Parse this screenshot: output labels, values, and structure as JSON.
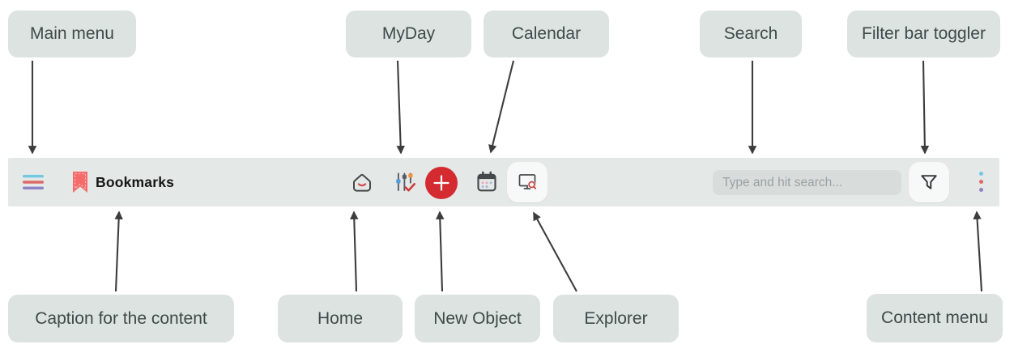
{
  "callouts": {
    "main_menu": "Main menu",
    "myday": "MyDay",
    "calendar": "Calendar",
    "search": "Search",
    "filter_bar_toggler": "Filter bar toggler",
    "caption_for_content": "Caption for the content",
    "home": "Home",
    "new_object": "New Object",
    "explorer": "Explorer",
    "content_menu": "Content menu"
  },
  "toolbar": {
    "caption": "Bookmarks",
    "search": {
      "placeholder": "Type and hit search..."
    },
    "icons": {
      "main_menu": "hamburger-menu-icon",
      "caption": "bookmark-icon",
      "home": "home-icon",
      "myday": "sliders-check-icon",
      "new_object": "plus-icon",
      "calendar": "calendar-icon",
      "explorer": "monitor-search-icon",
      "filter": "funnel-icon",
      "content_menu": "vertical-dots-icon"
    }
  },
  "colors": {
    "toolbar_bg": "#e4e8e7",
    "callout_bg": "#dde3e1",
    "callout_text": "#3f4a48",
    "arrow": "#3d3d3d",
    "new_object_red": "#d32b30",
    "bookmark_red": "#f56b6b",
    "menu_cyan": "#72c7e3",
    "menu_red": "#dd6a68",
    "menu_purple": "#8b83c6",
    "search_field_bg": "#d8dddc",
    "placeholder_text": "#99a2a1",
    "white_button_bg": "#f7f9f9"
  }
}
